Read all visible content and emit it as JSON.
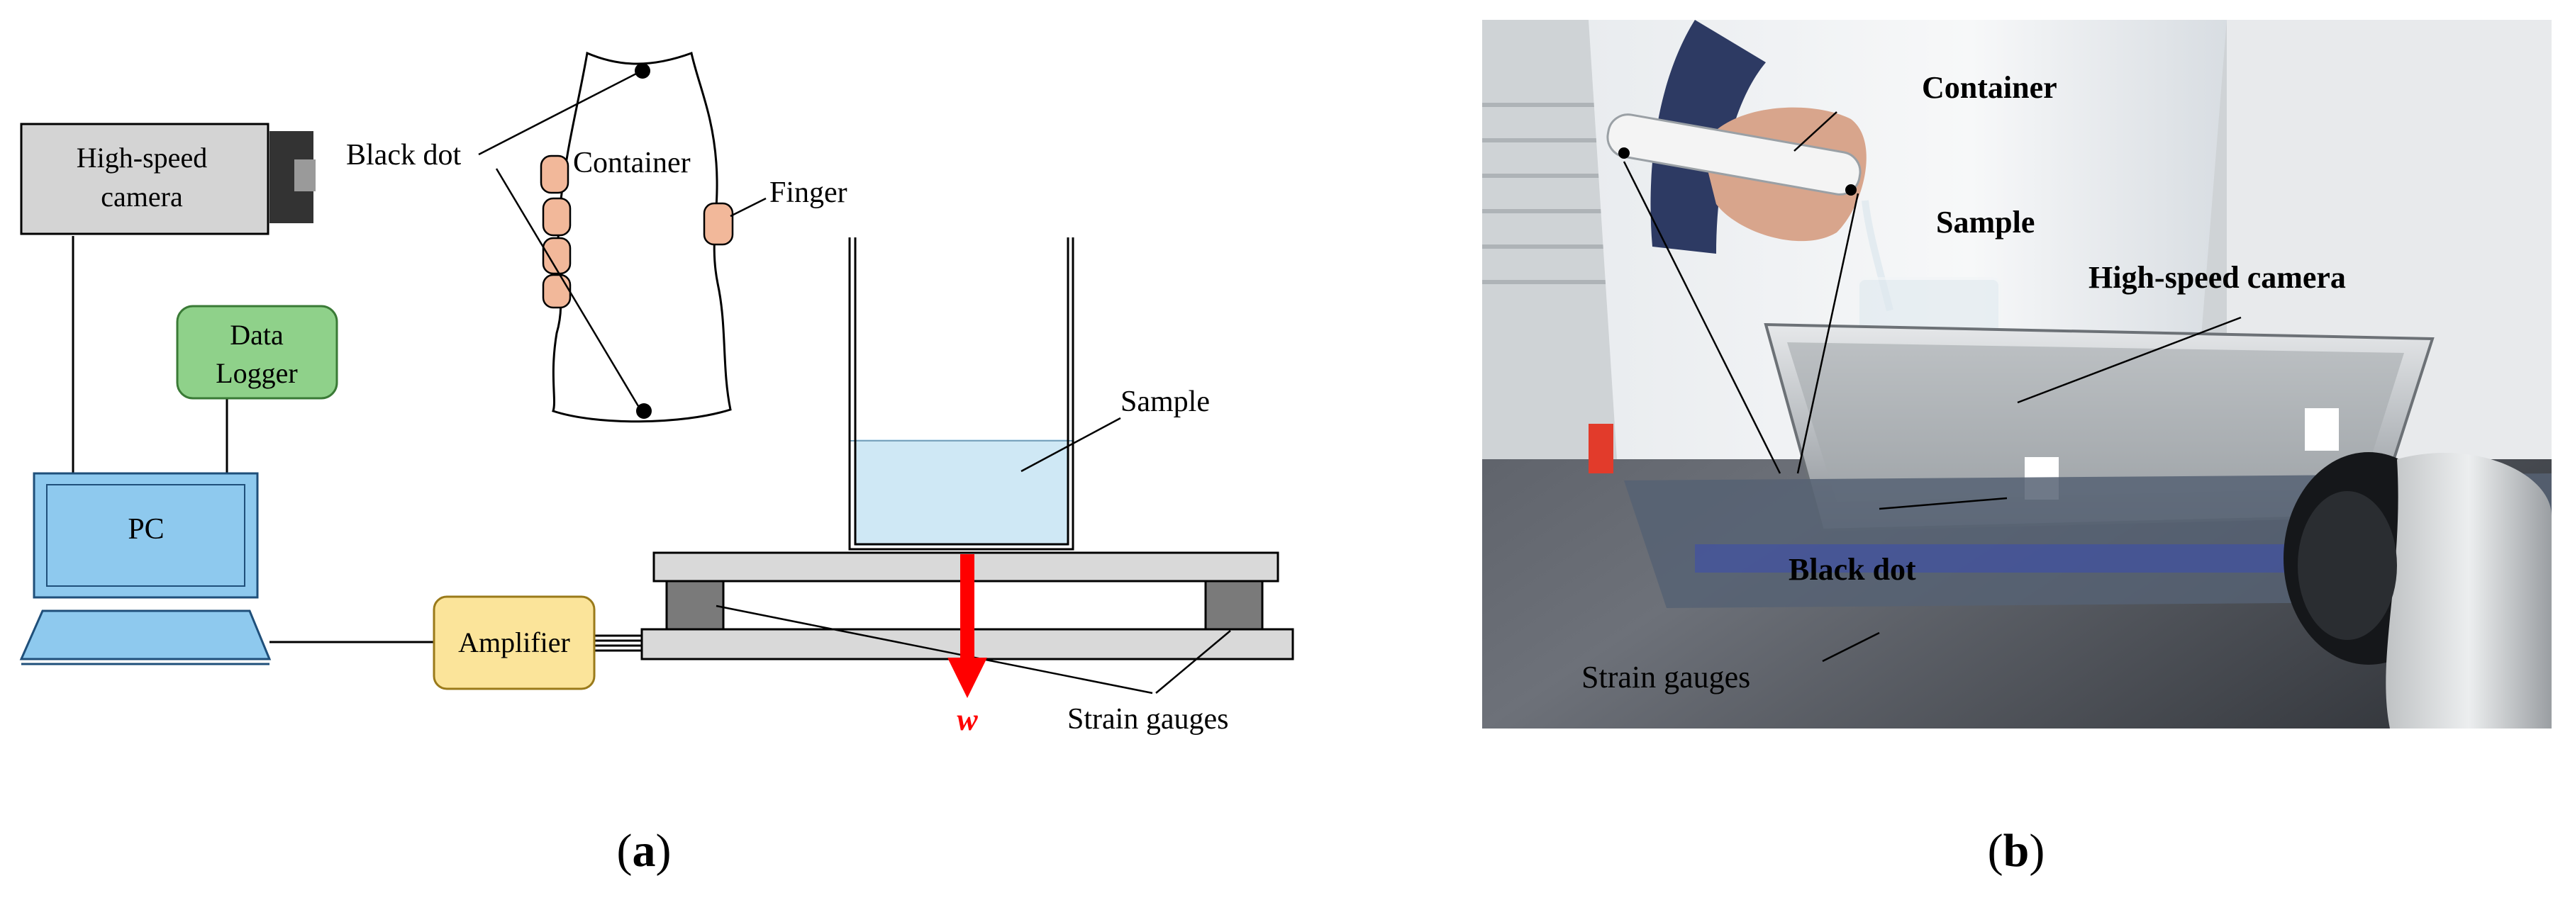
{
  "panel_a": {
    "caption_open": "(",
    "caption_letter": "a",
    "caption_close": ")",
    "labels": {
      "camera_line1": "High-speed",
      "camera_line2": "camera",
      "logger_line1": "Data",
      "logger_line2": "Logger",
      "pc": "PC",
      "amplifier": "Amplifier",
      "black_dot": "Black dot",
      "container": "Container",
      "finger": "Finger",
      "sample": "Sample",
      "strain_gauges": "Strain gauges",
      "weight": "w"
    },
    "colors": {
      "camera_fill": "#d4d4d4",
      "logger_fill": "#8fd18a",
      "pc_fill": "#8ec9ee",
      "amplifier_fill": "#fbe49a",
      "sample_fill": "#cfe8f5",
      "platform_fill": "#d9d9d9",
      "gauge_fill": "#7a7a7a",
      "finger_fill": "#f2b89a",
      "arrow": "#ff0000"
    }
  },
  "panel_b": {
    "caption_open": "(",
    "caption_letter": "b",
    "caption_close": ")",
    "labels": {
      "container": "Container",
      "sample": "Sample",
      "high_speed_camera": "High-speed camera",
      "black_dot": "Black dot",
      "strain_gauges": "Strain gauges"
    }
  }
}
